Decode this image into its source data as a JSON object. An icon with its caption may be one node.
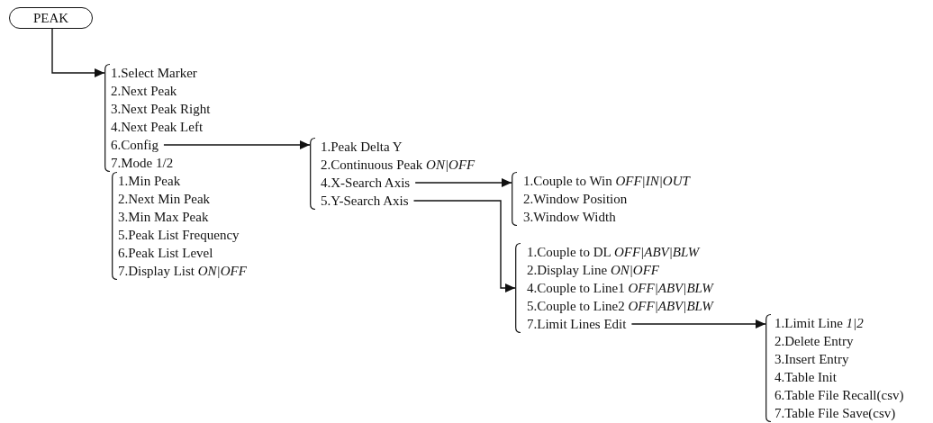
{
  "diagram": {
    "nodes": [
      {
        "text": [
          "PEAK"
        ]
      },
      {
        "text": [],
        "shape": "bracket"
      },
      {
        "text": [
          "1.Select Marker"
        ],
        "in": 1
      },
      {
        "text": [
          "2.Next Peak"
        ],
        "in": 1
      },
      {
        "text": [
          "3.Next Peak Right"
        ],
        "in": 1
      },
      {
        "text": [
          "4.Next Peak Left"
        ],
        "in": 1
      },
      {
        "text": [
          "6.Config"
        ],
        "in": 1
      },
      {
        "text": [
          "7.Mode 1/2"
        ],
        "in": 1
      },
      {
        "text": [],
        "shape": "bracket"
      },
      {
        "text": [
          "1.Min Peak"
        ],
        "in": 8
      },
      {
        "text": [
          "2.Next Min Peak"
        ],
        "in": 8
      },
      {
        "text": [
          "3.Min Max Peak"
        ],
        "in": 8
      },
      {
        "text": [
          "5.Peak List Frequency"
        ],
        "in": 8
      },
      {
        "text": [
          "6.Peak List Level"
        ],
        "in": 8
      },
      {
        "text": [
          "7.Display List *ON|OFF*"
        ],
        "in": 8
      },
      {
        "text": [],
        "shape": "bracket"
      },
      {
        "text": [
          "1.Peak Delta Y"
        ],
        "in": 15
      },
      {
        "text": [
          "2.Continuous Peak *ON|OFF*"
        ],
        "in": 15
      },
      {
        "text": [
          "4.X-Search Axis"
        ],
        "in": 15
      },
      {
        "text": [
          "5.Y-Search Axis"
        ],
        "in": 15
      },
      {
        "text": [],
        "shape": "bracket"
      },
      {
        "text": [
          "1.Couple to Win  *OFF|IN|OUT*"
        ],
        "in": 20
      },
      {
        "text": [
          "2.Window Position"
        ],
        "in": 20
      },
      {
        "text": [
          "3.Window Width"
        ],
        "in": 20
      },
      {
        "text": [],
        "shape": "bracket"
      },
      {
        "text": [
          "1.Couple to DL *OFF|ABV|BLW*"
        ],
        "in": 24
      },
      {
        "text": [
          "2.Display Line *ON|OFF*"
        ],
        "in": 24
      },
      {
        "text": [
          "4.Couple to Line1 *OFF|ABV|BLW*"
        ],
        "in": 24
      },
      {
        "text": [
          "5.Couple to Line2 *OFF|ABV|BLW*"
        ],
        "in": 24
      },
      {
        "text": [
          "7.Limit Lines Edit"
        ],
        "in": 24
      },
      {
        "text": [],
        "shape": "bracket"
      },
      {
        "text": [
          "1.Limit Line *1|2*"
        ],
        "in": 30
      },
      {
        "text": [
          "2.Delete Entry"
        ],
        "in": 30
      },
      {
        "text": [
          "3.Insert Entry"
        ],
        "in": 30
      },
      {
        "text": [
          "4.Table Init"
        ],
        "in": 30
      },
      {
        "text": [
          "6.Table File Recall(csv)"
        ],
        "in": 30
      },
      {
        "text": [
          "7.Table File Save(csv)"
        ],
        "in": 30
      }
    ],
    "edges": [
      {
        "from": 0,
        "to": 1,
        "arrow": "to"
      },
      {
        "from": 6,
        "to": 15,
        "arrow": "to"
      },
      {
        "from": 18,
        "to": 20,
        "arrow": "to"
      },
      {
        "from": 19,
        "to": 24,
        "arrow": "to"
      },
      {
        "from": 29,
        "to": 30,
        "arrow": "to"
      }
    ]
  }
}
